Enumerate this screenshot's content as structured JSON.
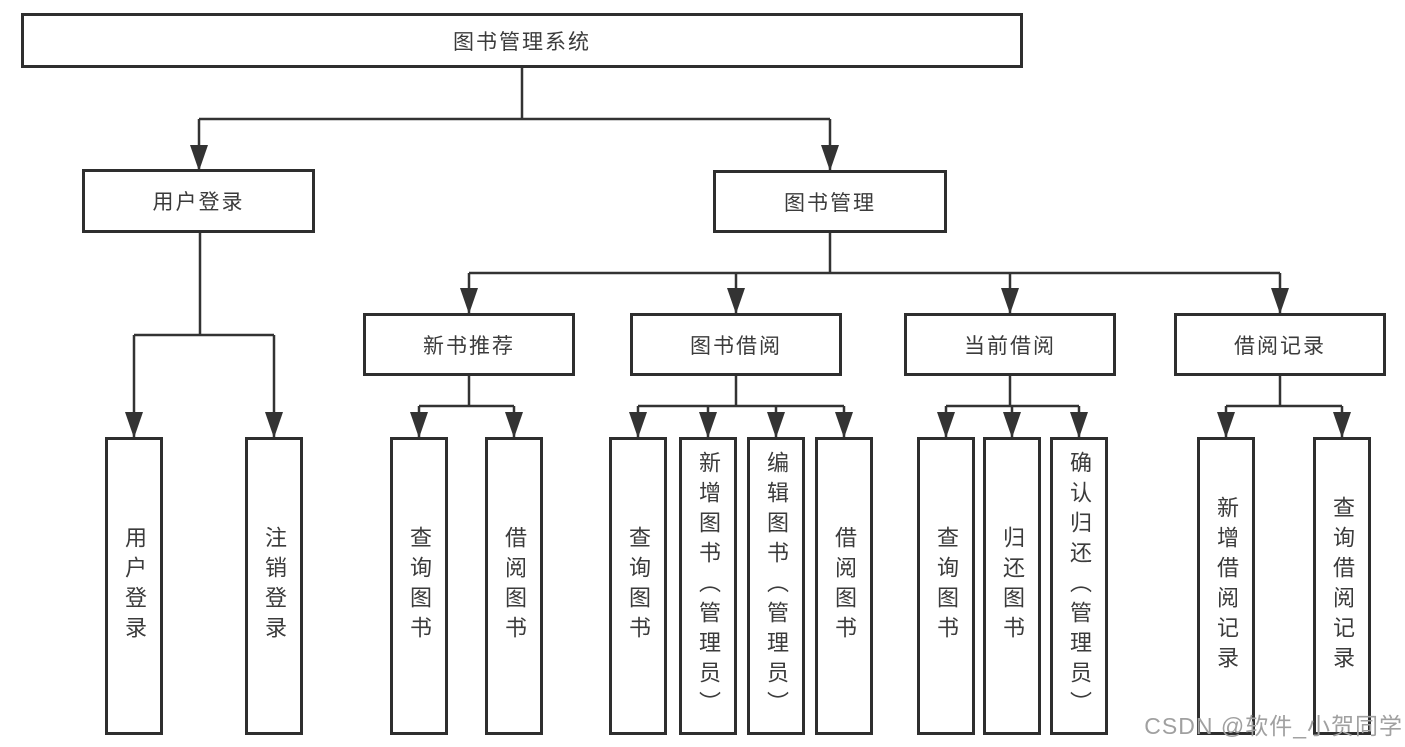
{
  "diagram": {
    "tree": {
      "root": {
        "label": "图书管理系统"
      },
      "branches": [
        {
          "label": "用户登录",
          "leaves": [
            {
              "label": "用户登录"
            },
            {
              "label": "注销登录"
            }
          ]
        },
        {
          "label": "图书管理",
          "children": [
            {
              "label": "新书推荐",
              "leaves": [
                {
                  "label": "查询图书"
                },
                {
                  "label": "借阅图书"
                }
              ]
            },
            {
              "label": "图书借阅",
              "leaves": [
                {
                  "label": "查询图书"
                },
                {
                  "label": "新增图书（管理员）"
                },
                {
                  "label": "编辑图书（管理员）"
                },
                {
                  "label": "借阅图书"
                }
              ]
            },
            {
              "label": "当前借阅",
              "leaves": [
                {
                  "label": "查询图书"
                },
                {
                  "label": "归还图书"
                },
                {
                  "label": "确认归还（管理员）"
                }
              ]
            },
            {
              "label": "借阅记录",
              "leaves": [
                {
                  "label": "新增借阅记录"
                },
                {
                  "label": "查询借阅记录"
                }
              ]
            }
          ]
        }
      ]
    },
    "watermark": {
      "text": "CSDN @软件_小贺同学"
    }
  },
  "colors": {
    "line": "#333333",
    "box_border": "#2e2e2e",
    "text": "#3b3b3b",
    "watermark": "#a0a0a0",
    "background": "#ffffff"
  }
}
